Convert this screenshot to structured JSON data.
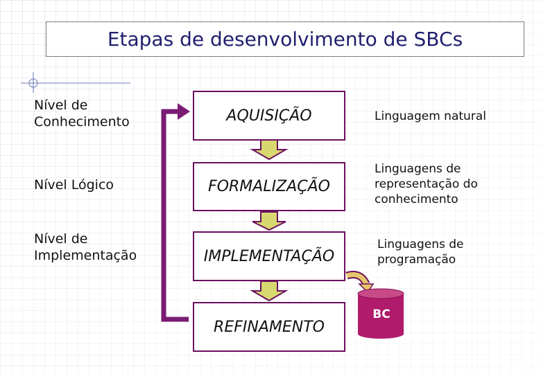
{
  "title": "Etapas de desenvolvimento de SBCs",
  "levels": [
    {
      "label": "Nível de\nConhecimento"
    },
    {
      "label": "Nível Lógico"
    },
    {
      "label": "Nível de\nImplementação"
    }
  ],
  "stages": [
    {
      "label": "AQUISIÇÃO"
    },
    {
      "label": "FORMALIZAÇÃO"
    },
    {
      "label": "IMPLEMENTAÇÃO"
    },
    {
      "label": "REFINAMENTO"
    }
  ],
  "languages": [
    {
      "label": "Linguagem natural"
    },
    {
      "label": "Linguagens de\nrepresentação do\nconhecimento"
    },
    {
      "label": "Linguagens de\nprogramação"
    }
  ],
  "knowledge_base": {
    "label": "BC",
    "color": "#b01b6b"
  },
  "colors": {
    "feedback_arrow": "#7a1c74",
    "down_arrow": "#d8d870",
    "stage_border": "#6a0f5e",
    "title_text": "#1f1f6e"
  }
}
